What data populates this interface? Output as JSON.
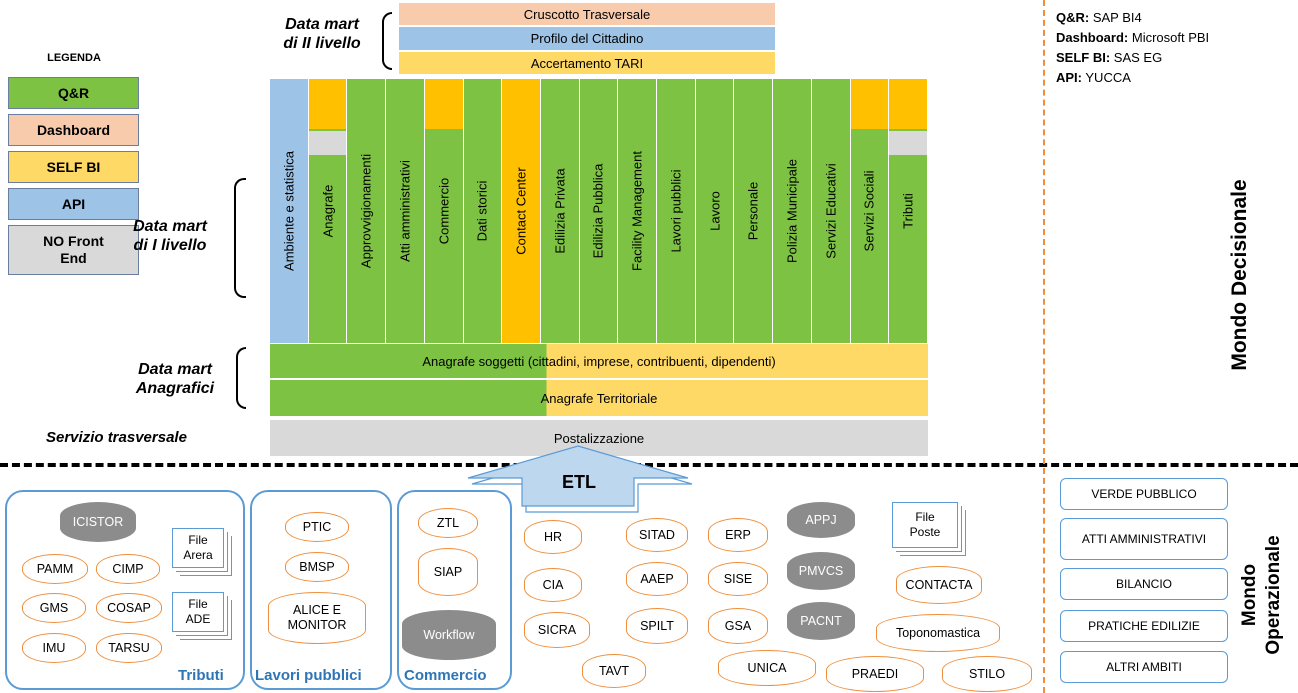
{
  "legend": {
    "title": "LEGENDA",
    "items": [
      {
        "label": "Q&R",
        "color": "#7dc243"
      },
      {
        "label": "Dashboard",
        "color": "#f8cbad"
      },
      {
        "label": "SELF BI",
        "color": "#ffd966"
      },
      {
        "label": "API",
        "color": "#9dc3e6"
      },
      {
        "label": "NO Front End",
        "color": "#d9d9d9"
      }
    ]
  },
  "tools": [
    {
      "key": "Q&R:",
      "value": "SAP BI4"
    },
    {
      "key": "Dashboard:",
      "value": "Microsoft PBI"
    },
    {
      "key": "SELF BI:",
      "value": "SAS EG"
    },
    {
      "key": "API:",
      "value": "YUCCA"
    }
  ],
  "side_labels": {
    "decisionale": "Mondo Decisionale",
    "operazionale_1": "Mondo",
    "operazionale_2": "Operazionale"
  },
  "left_labels": {
    "dm2_1": "Data mart",
    "dm2_2": "di II livello",
    "dm1_1": "Data mart",
    "dm1_2": "di I livello",
    "dma_1": "Data mart",
    "dma_2": "Anagrafici",
    "serv": "Servizio trasversale"
  },
  "dm2": [
    {
      "label": "Cruscotto Trasversale",
      "color": "#f8cbad"
    },
    {
      "label": "Profilo del Cittadino",
      "color": "#9dc3e6"
    },
    {
      "label": "Accertamento TARI",
      "color": "#ffd966"
    }
  ],
  "dm1": [
    {
      "label": "Ambiente e statistica",
      "color": "#9dc3e6",
      "top": null
    },
    {
      "label": "Anagrafe",
      "color": "#7dc243",
      "top": "orange-grey"
    },
    {
      "label": "Approvvigionamenti",
      "color": "#7dc243",
      "top": null
    },
    {
      "label": "Atti amministrativi",
      "color": "#7dc243",
      "top": null
    },
    {
      "label": "Commercio",
      "color": "#7dc243",
      "top": "orange"
    },
    {
      "label": "Dati storici",
      "color": "#7dc243",
      "top": null
    },
    {
      "label": "Contact Center",
      "color": "#ffc000",
      "top": null
    },
    {
      "label": "Edilizia Privata",
      "color": "#7dc243",
      "top": null
    },
    {
      "label": "Edilizia Pubblica",
      "color": "#7dc243",
      "top": null
    },
    {
      "label": "Facility Management",
      "color": "#7dc243",
      "top": null
    },
    {
      "label": "Lavori pubblici",
      "color": "#7dc243",
      "top": null
    },
    {
      "label": "Lavoro",
      "color": "#7dc243",
      "top": null
    },
    {
      "label": "Personale",
      "color": "#7dc243",
      "top": null
    },
    {
      "label": "Polizia Municipale",
      "color": "#7dc243",
      "top": null
    },
    {
      "label": "Servizi Educativi",
      "color": "#7dc243",
      "top": null
    },
    {
      "label": "Servizi Sociali",
      "color": "#7dc243",
      "top": "orange"
    },
    {
      "label": "Tributi",
      "color": "#7dc243",
      "top": "orange-grey"
    }
  ],
  "anagrafici": [
    {
      "label": "Anagrafe soggetti (cittadini, imprese, contribuenti, dipendenti)"
    },
    {
      "label": "Anagrafe Territoriale"
    }
  ],
  "postalizzazione": "Postalizzazione",
  "etl": "ETL",
  "groups": {
    "tributi": {
      "label": "Tributi",
      "db": [
        "ICISTOR",
        "PAMM",
        "CIMP",
        "GMS",
        "COSAP",
        "IMU",
        "TARSU"
      ],
      "files": [
        "File Arera",
        "File ADE"
      ]
    },
    "lavori": {
      "label": "Lavori pubblici",
      "db": [
        "PTIC",
        "BMSP",
        "ALICE E MONITOR"
      ]
    },
    "commercio": {
      "label": "Commercio",
      "db": [
        "ZTL",
        "SIAP",
        "Workflow"
      ]
    }
  },
  "sources": [
    "HR",
    "SITAD",
    "ERP",
    "APPJ",
    "CIA",
    "AAEP",
    "SISE",
    "PMVCS",
    "SICRA",
    "SPILT",
    "GSA",
    "PACNT",
    "TAVT",
    "UNICA",
    "CONTACTA",
    "Toponomastica",
    "PRAEDI",
    "STILO"
  ],
  "file_poste": "File Poste",
  "operational": [
    "VERDE PUBBLICO",
    "ATTI AMMINISTRATIVI",
    "BILANCIO",
    "PRATICHE EDILIZIE",
    "ALTRI AMBITI"
  ]
}
